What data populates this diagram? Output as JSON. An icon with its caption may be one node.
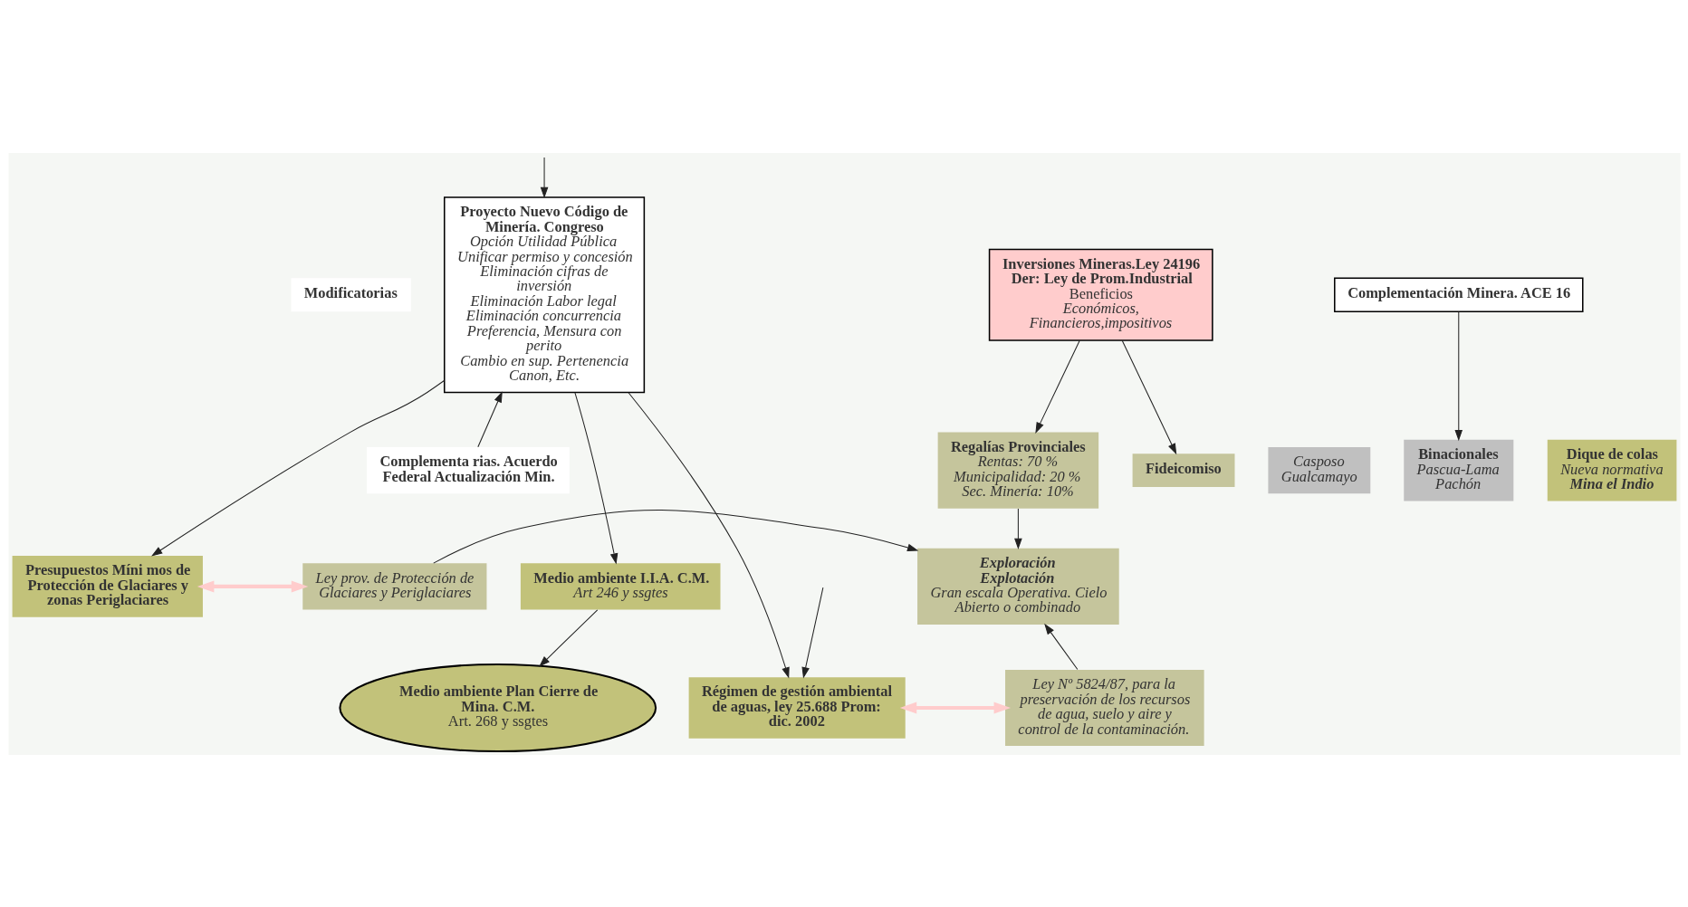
{
  "diagram": {
    "nodes": [
      {
        "text": [
          "Modificatorias"
        ]
      },
      {
        "text": [
          "Complementa rias. Acuerdo Federal Actualización Min."
        ]
      },
      {
        "text": [
          "Proyecto Nuevo Código de Minería. Congreso",
          "Opción Utilidad Pública",
          "Unificar permiso y concesión",
          "Eliminación cifras de inversión",
          "Eliminación Labor legal",
          "Eliminación concurrencia",
          "Preferencia, Mensura con perito",
          "Cambio en sup. Pertenencia",
          "Canon, Etc."
        ]
      },
      {
        "text": [
          "Inversiones Mineras.Ley 24196 Der: Ley de Prom.Industrial",
          "Beneficios",
          "Económicos, Financieros,impositivos"
        ]
      },
      {
        "text": [
          "Casposo",
          "Gualcamayo"
        ]
      },
      {
        "text": [
          "Complementación Minera. ACE 16"
        ]
      },
      {
        "text": [
          "Binacionales",
          "Pascua-Lama",
          "Pachón"
        ]
      },
      {
        "text": [
          "Dique de colas",
          "Nueva normativa",
          "Mina el Indio"
        ]
      },
      {
        "text": [
          "Regalías Provinciales",
          "Rentas: 70 %",
          "Municipalidad: 20 %",
          "Sec. Minería: 10%"
        ]
      },
      {
        "text": [
          "Fideicomiso"
        ]
      },
      {
        "text": [
          "Medio ambiente I.I.A. C.M.",
          "Art 246 y ssgtes"
        ]
      },
      {
        "text": [
          "Presupuestos Míni mos de Protección de Glaciares y zonas Periglaciares"
        ]
      },
      {
        "text": [
          "Ley prov. de Protección de Glaciares y Periglaciares"
        ]
      },
      {
        "text": [
          "Medio ambiente Plan Cierre de Mina. C.M.",
          "Art. 268 y ssgtes"
        ]
      },
      {
        "text": [
          "Régimen de gestión ambiental de aguas, ley 25.688 Prom: dic. 2002"
        ]
      },
      {
        "text": [
          "Ley Nº 5824/87, para la preservación de los recursos de agua, suelo y aire y control de la contaminación."
        ]
      },
      {
        "text": [
          "Exploración",
          "Explotación",
          "Gran escala Operativa. Cielo Abierto o combinado"
        ]
      }
    ],
    "edges": [
      {
        "from": null,
        "to": 2,
        "arrow": "to"
      },
      {
        "from": 1,
        "to": 2,
        "arrow": "to"
      },
      {
        "from": 2,
        "to": 10,
        "arrow": "to"
      },
      {
        "from": 2,
        "to": 14,
        "arrow": "to"
      },
      {
        "from": 2,
        "to": 11,
        "arrow": "to"
      },
      {
        "from": 10,
        "to": 13,
        "arrow": "to"
      },
      {
        "from": 3,
        "to": 8,
        "arrow": "to"
      },
      {
        "from": 3,
        "to": 9,
        "arrow": "to"
      },
      {
        "from": 5,
        "to": 6,
        "arrow": "to"
      },
      {
        "from": 8,
        "to": 16,
        "arrow": "to"
      },
      {
        "from": 12,
        "to": 16,
        "arrow": "to"
      },
      {
        "from": 15,
        "to": 16,
        "arrow": "to"
      },
      {
        "from": 11,
        "to": 12,
        "arrow": "both",
        "style": "thick",
        "color": "#ffcccc"
      },
      {
        "from": 14,
        "to": 15,
        "arrow": "both",
        "style": "thick",
        "color": "#ffcccc"
      },
      {
        "from": null,
        "to": 14,
        "arrow": "to"
      }
    ]
  }
}
